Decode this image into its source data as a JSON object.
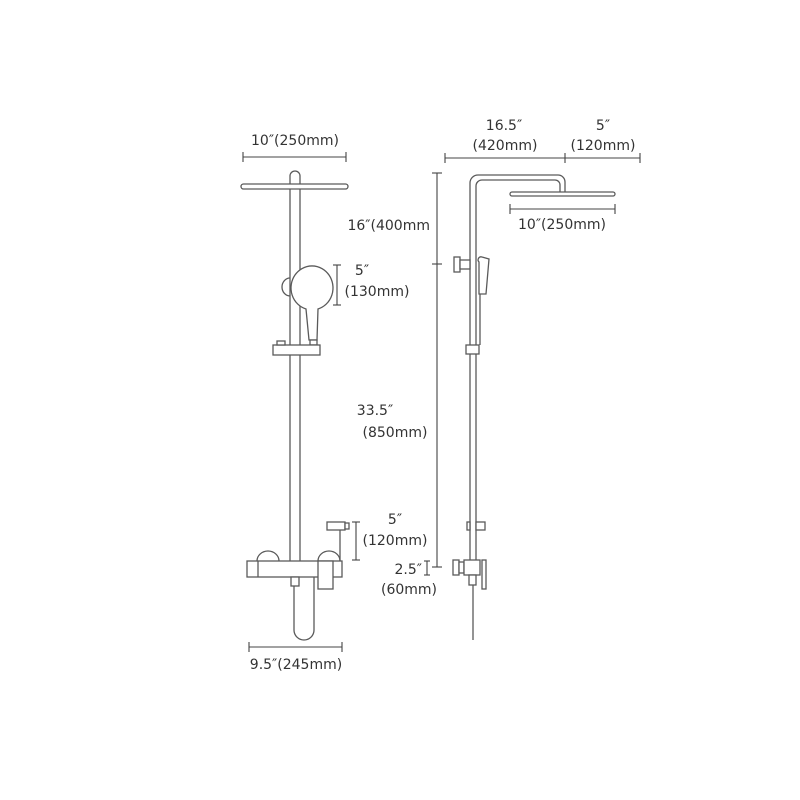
{
  "front_view": {
    "showerhead_width": "10″(250mm)",
    "handshower_height_in": "5″",
    "handshower_height_mm": "(130mm)",
    "sprayer_height_in": "5″",
    "sprayer_height_mm": "(120mm)",
    "valve_width": "9.5″(245mm)"
  },
  "side_view": {
    "arm_reach_in": "16.5″",
    "arm_reach_mm": "(420mm)",
    "head_offset_in": "5″",
    "head_offset_mm": "(120mm)",
    "showerhead_width": "10″(250mm)",
    "upper_height": "16″(400mm",
    "rail_height_in": "33.5″",
    "rail_height_mm": "(850mm)",
    "valve_height_in": "2.5″",
    "valve_height_mm": "(60mm)"
  },
  "colors": {
    "line": "#5a5a5a",
    "text": "#333333"
  }
}
